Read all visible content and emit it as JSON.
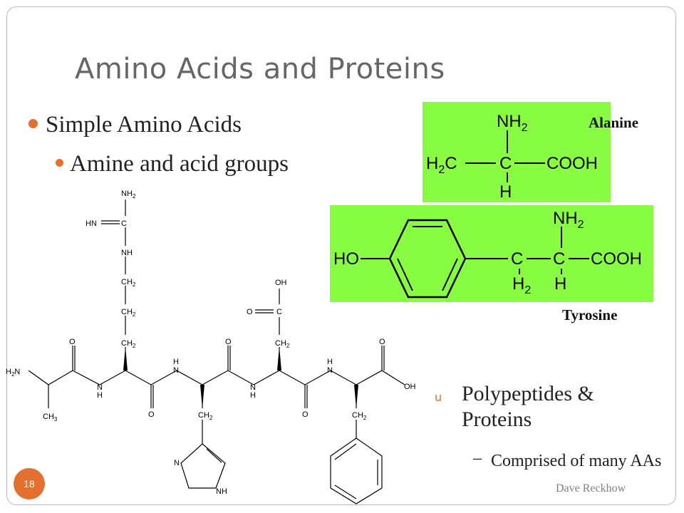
{
  "slide": {
    "title": "Amino Acids and Proteins",
    "bullet_1": "Simple Amino Acids",
    "bullet_1_sub": "Amine and acid groups",
    "polypeptides": "Polypeptides & Proteins",
    "polypeptides_sub": "Comprised of many AAs",
    "author": "Dave Reckhow",
    "page_number": "18"
  },
  "alanine": {
    "label": "Alanine",
    "nh": "NH",
    "sub2": "2",
    "h2c_h": "H",
    "h2c_c": "C",
    "center_c": "C",
    "cooh": "COOH",
    "h": "H"
  },
  "tyrosine": {
    "label": "Tyrosine",
    "ho": "HO",
    "c": "C",
    "cooh": "COOH",
    "h": "H",
    "nh": "NH",
    "h2": "H",
    "sub2": "2"
  },
  "peptide": {
    "nh2": "NH",
    "sub2": "2",
    "hn": "HN",
    "c": "C",
    "nh": "NH",
    "ch": "CH",
    "ch3": "CH",
    "sub3": "3",
    "h2n": "H",
    "n_2": "N",
    "o": "O",
    "n": "N",
    "h": "H",
    "oh": "OH"
  },
  "colors": {
    "accent": "#e36f30",
    "molecule_bg": "#88fc42",
    "title": "#666666"
  }
}
